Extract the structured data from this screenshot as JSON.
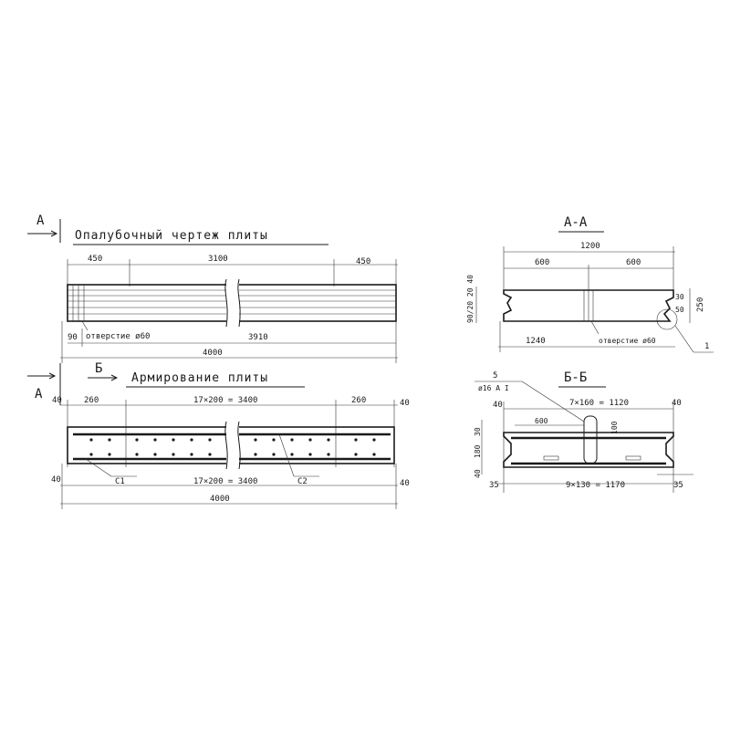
{
  "formwork": {
    "section_mark": "А",
    "title": "Опалубочный чертеж плиты",
    "dims_top": [
      "450",
      "3100",
      "450"
    ],
    "dim_left": "90",
    "hole_note": "отверстие ø60",
    "dim_inner": "3910",
    "dim_total": "4000"
  },
  "reinforcement": {
    "section_mark_b": "Б",
    "section_mark_a": "А",
    "title": "Армирование плиты",
    "dim_end_left": "40",
    "dim_end_right": "40",
    "dim_left": "260",
    "dim_mid_top": "17×200 = 3400",
    "dim_right": "260",
    "dim_mid_bottom": "17×200 = 3400",
    "dim_bottom_left": "40",
    "dim_bottom_right": "40",
    "label_c1": "С1",
    "label_c2": "С2",
    "dim_total": "4000"
  },
  "section_aa": {
    "title": "А-А",
    "dim_total": "1200",
    "dim_left": "600",
    "dim_right": "600",
    "dims_left_side": "90/20 20 40",
    "dim_30": "30",
    "dim_50": "50",
    "dim_250": "250",
    "dim_bottom": "1240",
    "hole_note": "отверстие ø60",
    "callout": "1"
  },
  "section_bb": {
    "title": "Б-Б",
    "bar_mark": "5",
    "bar_spec": "ø16 А I",
    "dim_top": "7×160 = 1120",
    "dim_40_left": "40",
    "dim_40_right": "40",
    "dim_600": "600",
    "dim_100": "100",
    "dim_30": "30",
    "dim_180": "180",
    "dim_40_side": "40",
    "dim_bottom": "9×130 = 1170",
    "dim_35_left": "35",
    "dim_35_right": "35"
  }
}
